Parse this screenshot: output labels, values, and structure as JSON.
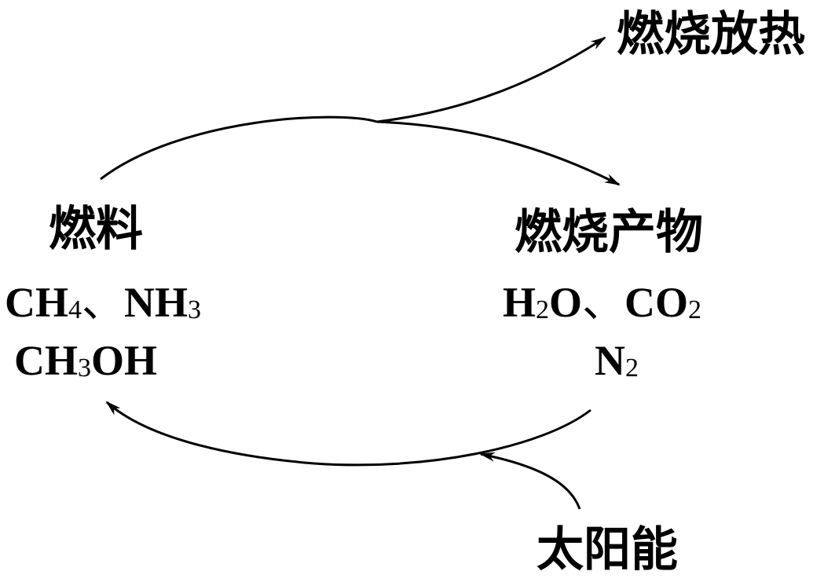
{
  "diagram": {
    "top_output_label": "燃烧放热",
    "bottom_input_label": "太阳能",
    "fuel": {
      "heading": "燃料",
      "line1": [
        {
          "t": "CH"
        },
        {
          "t": "4",
          "sub": true
        },
        {
          "t": "、",
          "sep": true
        },
        {
          "t": "NH"
        },
        {
          "t": "3",
          "sub": true
        }
      ],
      "line2": [
        {
          "t": "CH"
        },
        {
          "t": "3",
          "sub": true
        },
        {
          "t": "OH"
        }
      ]
    },
    "products": {
      "heading": "燃烧产物",
      "line1": [
        {
          "t": "H"
        },
        {
          "t": "2",
          "sub": true
        },
        {
          "t": "O"
        },
        {
          "t": "、",
          "sep": true
        },
        {
          "t": "CO"
        },
        {
          "t": "2",
          "sub": true
        }
      ],
      "line2": [
        {
          "t": "N"
        },
        {
          "t": "2",
          "sub": true
        }
      ]
    }
  }
}
